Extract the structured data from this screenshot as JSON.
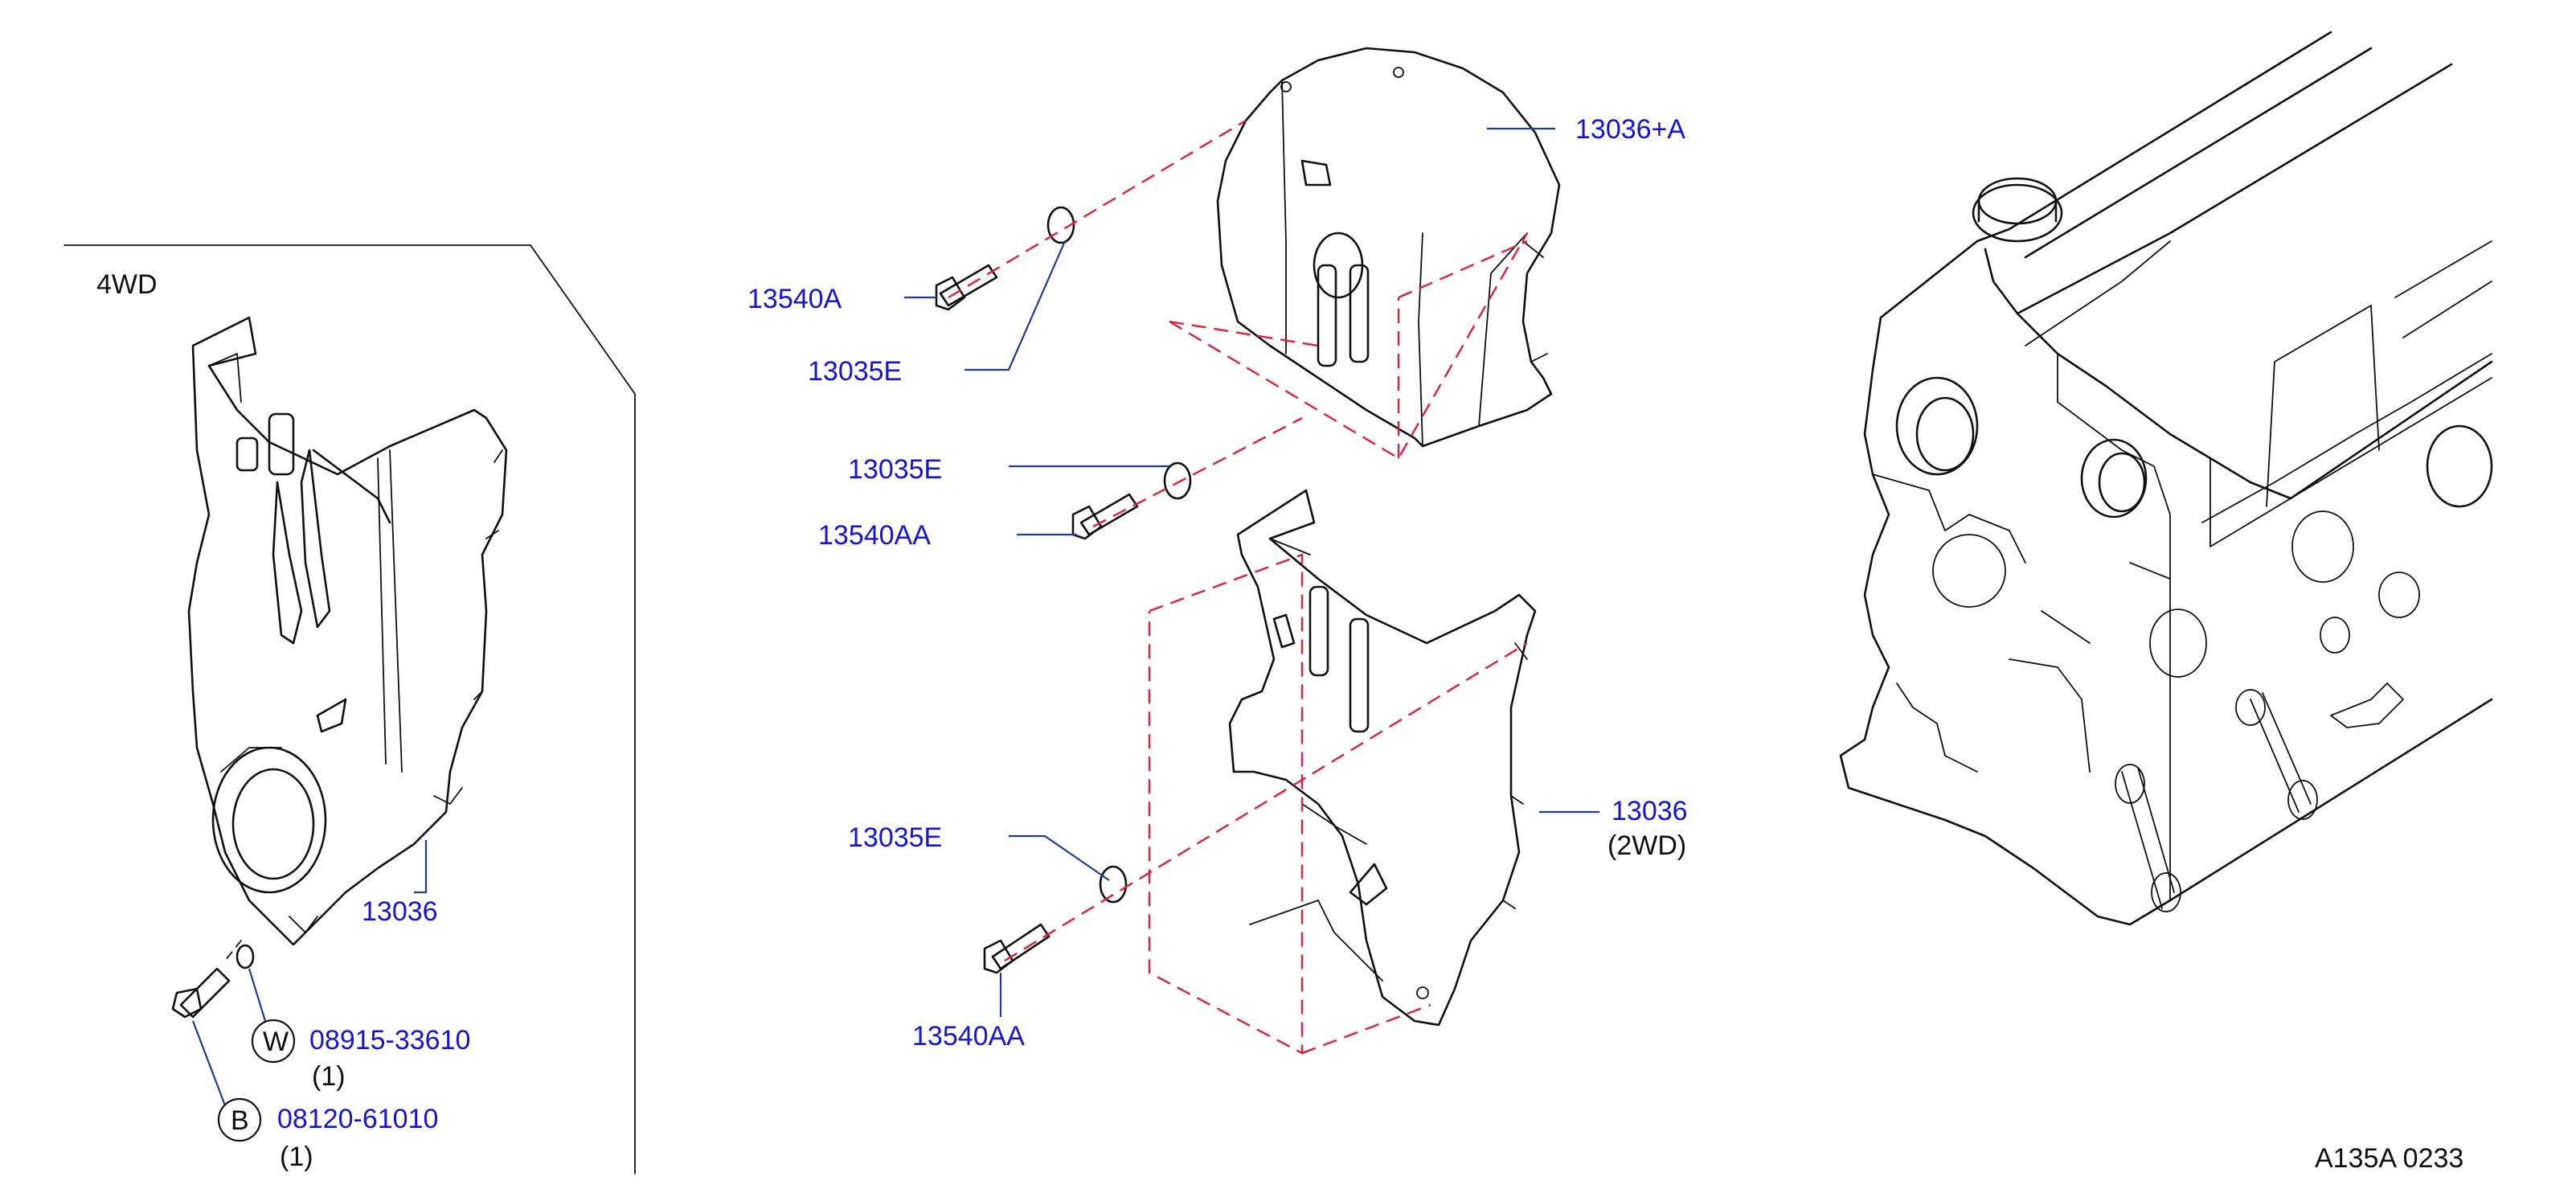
{
  "panel_label": "4WD",
  "footer_code": "A135A   0233",
  "colors": {
    "part_text": "#1515d6",
    "leader": "#1e3c9b",
    "phantom": "#e0203a",
    "outline": "#111111"
  },
  "callouts": {
    "cover_upper": "13036+A",
    "bolt_upper": "13540A",
    "grommet_upper": "13035E",
    "grommet_mid": "13035E",
    "bolt_mid": "13540AA",
    "cover_2wd": "13036",
    "cover_2wd_note": "(2WD)",
    "grommet_lower": "13035E",
    "bolt_lower": "13540AA",
    "cover_4wd": "13036",
    "washer_part": "08915-33610",
    "washer_qty": "(1)",
    "bolt_part": "08120-61010",
    "bolt_qty": "(1)"
  },
  "symbols": {
    "washer": "W",
    "bolt": "B"
  }
}
